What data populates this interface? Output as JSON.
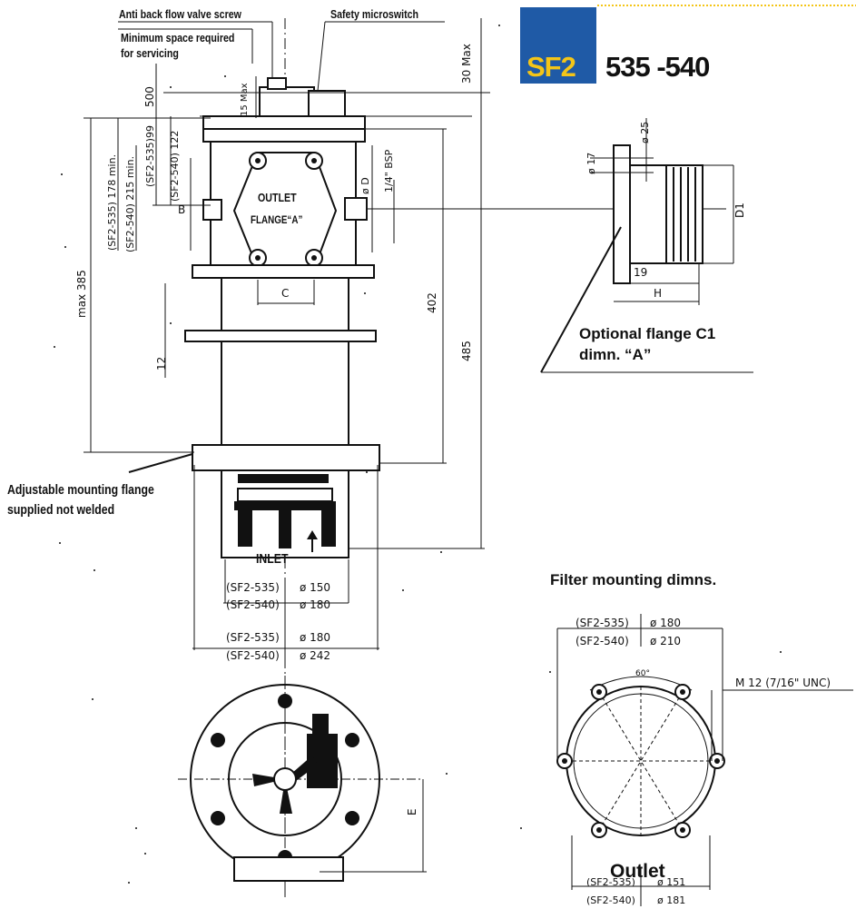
{
  "header": {
    "model": "SF2",
    "sizes": "535 -540",
    "badge_color": "#1f5aa6",
    "badge_text_color": "#f4c518",
    "rule_color": "#f4c518"
  },
  "callouts": {
    "anti_back_flow": "Anti back flow valve screw",
    "safety_switch": "Safety microswitch",
    "min_space_1": "Minimum space required",
    "min_space_2": "for servicing",
    "mount_flange_1": "Adjustable mounting flange",
    "mount_flange_2": "supplied not welded",
    "outlet_1": "OUTLET",
    "outlet_2": "FLANGE“A”",
    "inlet": "INLET",
    "optional_flange_1": "Optional flange C1",
    "optional_flange_2": "dimn. “A”",
    "filter_mounting": "Filter mounting dimns.",
    "outlet_bottom": "Outlet"
  },
  "dims": {
    "d500": "500",
    "max15": "15 Max",
    "max30": "30 Max",
    "d99": "99",
    "sf540_122": "(SF2-540) 122",
    "sf535": "(SF2-535)",
    "sf535_178": "(SF2-535) 178 min.",
    "sf540_215": "(SF2-540) 215 min.",
    "max385": "max 385",
    "b": "B",
    "d": "ø D",
    "bsp": "1/4\" BSP",
    "c": "C",
    "d12": "12",
    "d402": "402",
    "d485": "485",
    "d17": "ø 17",
    "d25": "ø 25",
    "d1": "D1",
    "d19": "19",
    "h": "H",
    "e": "E",
    "m12": "M 12 (7/16\" UNC)",
    "deg60": "60°",
    "inlet_dims": [
      {
        "model": "(SF2-535)",
        "value": "ø 150"
      },
      {
        "model": "(SF2-540)",
        "value": "ø 180"
      },
      {
        "model": "(SF2-535)",
        "value": "ø 180"
      },
      {
        "model": "(SF2-540)",
        "value": "ø 242"
      }
    ],
    "mount_dims": [
      {
        "model": "(SF2-535)",
        "value": "ø 180"
      },
      {
        "model": "(SF2-540)",
        "value": "ø 210"
      }
    ],
    "outlet_dims": [
      {
        "model": "(SF2-535)",
        "value": "ø 151"
      },
      {
        "model": "(SF2-540)",
        "value": "ø 181"
      }
    ]
  }
}
